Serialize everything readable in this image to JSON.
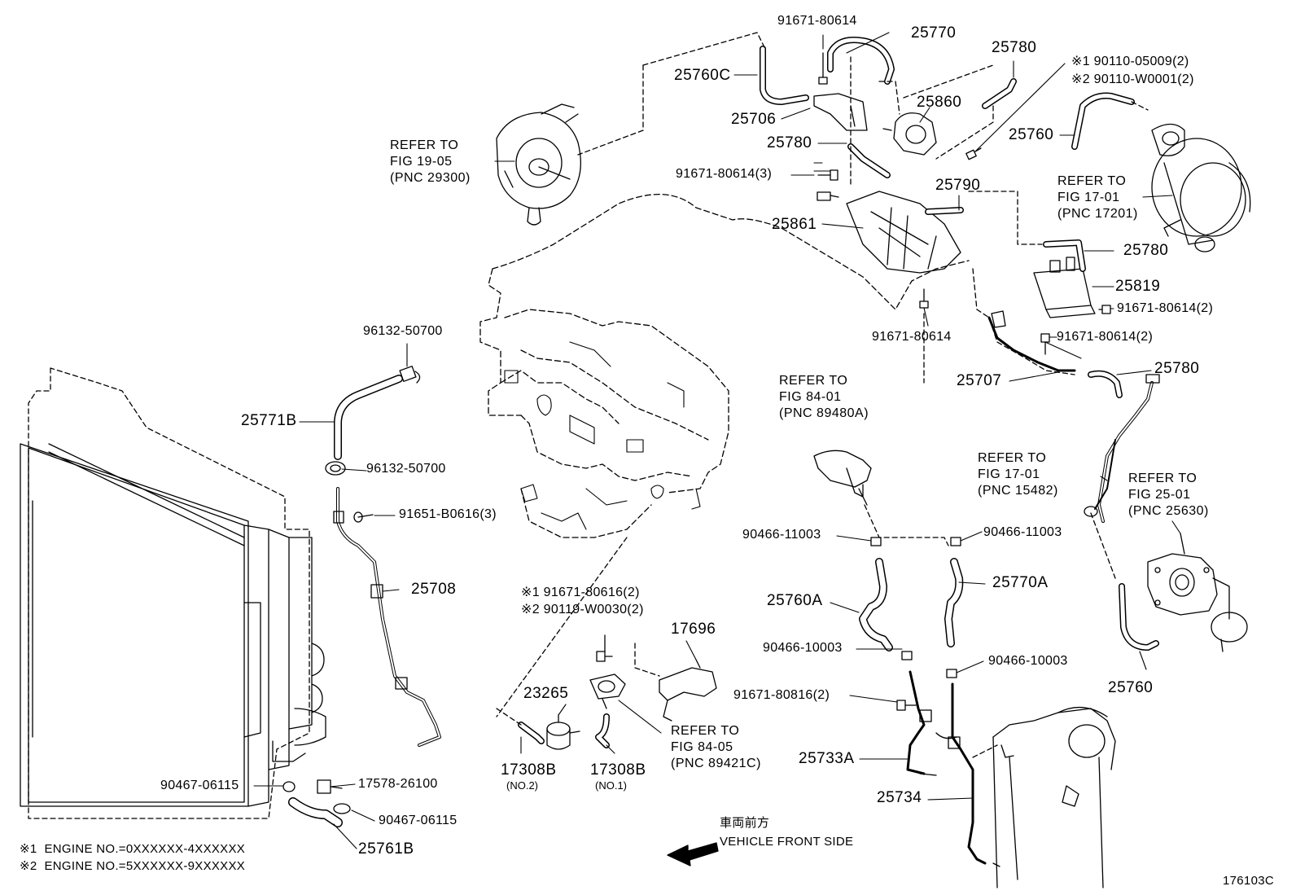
{
  "diagram_code": "176103C",
  "direction": {
    "jp": "車両前方",
    "en": "VEHICLE FRONT SIDE"
  },
  "notes": [
    {
      "mark": "※1",
      "text": "ENGINE NO.=0XXXXXX-4XXXXXX"
    },
    {
      "mark": "※2",
      "text": "ENGINE NO.=5XXXXXX-9XXXXXX"
    }
  ],
  "references": {
    "fig_19_05": "REFER TO\nFIG 19-05\n(PNC 29300)",
    "fig_17_01_a": "REFER TO\nFIG 17-01\n(PNC 17201)",
    "fig_84_01": "REFER TO\nFIG 84-01\n(PNC 89480A)",
    "fig_17_01_b": "REFER TO\nFIG 17-01\n(PNC 15482)",
    "fig_25_01": "REFER TO\nFIG 25-01\n(PNC 25630)",
    "fig_84_05": "REFER TO\nFIG 84-05\n(PNC 89421C)"
  },
  "parts": {
    "p25770": "25770",
    "p91671_80614_top": "91671-80614",
    "p25780_a": "25780",
    "p25760c": "25760C",
    "p25706": "25706",
    "p25860": "25860",
    "p25780_b": "25780",
    "bolt_note_1": "※1 90110-05009(2)",
    "bolt_note_2": "※2 90110-W0001(2)",
    "p25760_top": "25760",
    "p91671_80614_3": "91671-80614(3)",
    "p25790": "25790",
    "p25861": "25861",
    "p25780_c": "25780",
    "p25819": "25819",
    "p91671_80614_2a": "91671-80614(2)",
    "p91671_80614_mid": "91671-80614",
    "p91671_80614_2b": "91671-80614(2)",
    "p25707": "25707",
    "p25780_d": "25780",
    "p96132_top": "96132-50700",
    "p25771b": "25771B",
    "p96132_bot": "96132-50700",
    "p91651": "91651-B0616(3)",
    "p25708": "25708",
    "p90466_11003_a": "90466-11003",
    "p90466_11003_b": "90466-11003",
    "p25760a": "25760A",
    "p25770a": "25770A",
    "p90466_10003_a": "90466-10003",
    "p90466_10003_b": "90466-10003",
    "p91671_80816": "91671-80816(2)",
    "p25733a": "25733A",
    "p25734": "25734",
    "p25760_bot": "25760",
    "bolt2_note_1": "※1 91671-80616(2)",
    "bolt2_note_2": "※2 90119-W0030(2)",
    "p17696": "17696",
    "p23265": "23265",
    "p17308b_no2": "17308B",
    "p17308b_no2_sub": "(NO.2)",
    "p17308b_no1": "17308B",
    "p17308b_no1_sub": "(NO.1)",
    "p90467_left": "90467-06115",
    "p17578": "17578-26100",
    "p90467_right": "90467-06115",
    "p25761b": "25761B"
  }
}
